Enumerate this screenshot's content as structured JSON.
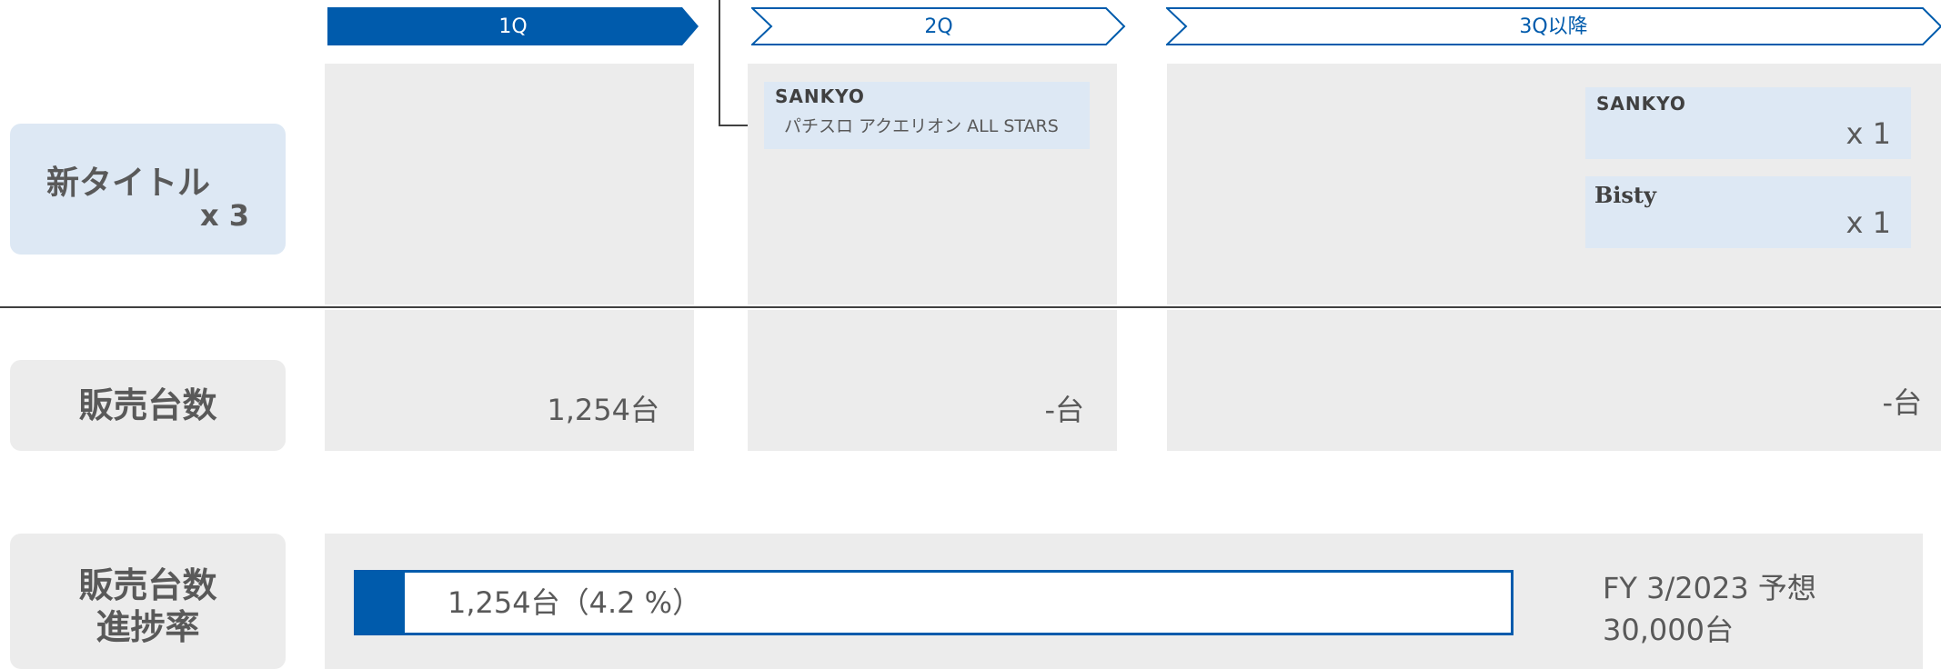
{
  "quarters": [
    {
      "label": "1Q",
      "style": "filled"
    },
    {
      "label": "2Q",
      "style": "outline"
    },
    {
      "label": "3Q以降",
      "style": "outline"
    }
  ],
  "colors": {
    "accent": "#005bac",
    "panel": "#ececec",
    "card": "#dde8f4",
    "text": "#595959"
  },
  "rows": {
    "new_titles": {
      "label": "新タイトル",
      "count": "x 3"
    },
    "sales_units": {
      "label": "販売台数"
    },
    "progress": {
      "label_line1": "販売台数",
      "label_line2": "進捗率"
    }
  },
  "q2": {
    "maker": "SANKYO",
    "title": "パチスロ アクエリオン ALL STARS"
  },
  "q3": {
    "cards": [
      {
        "maker": "SANKYO",
        "qty": "x 1"
      },
      {
        "maker": "Bisty",
        "qty": "x 1"
      }
    ]
  },
  "units": {
    "q1": "1,254台",
    "q2": "-台",
    "q3": "-台"
  },
  "progress": {
    "text": "1,254台（4.2 %）",
    "fraction": 0.042,
    "forecast_line1": "FY 3/2023 予想",
    "forecast_line2": "30,000台"
  }
}
